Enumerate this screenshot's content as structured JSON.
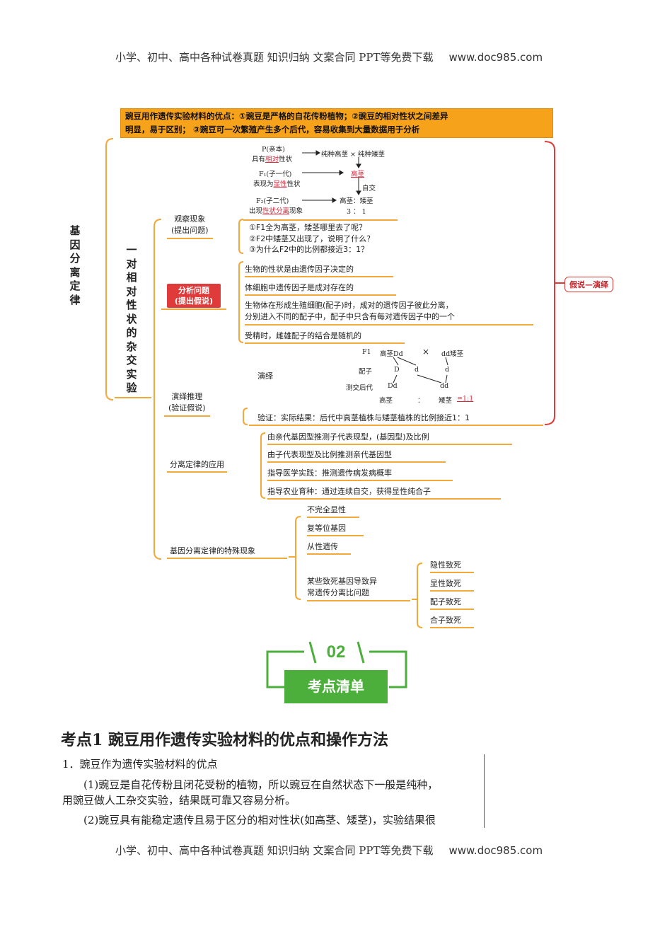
{
  "header": {
    "text": "小学、初中、高中各种试卷真题 知识归纳 文案合同 PPT等免费下载",
    "url": "www.doc985.com"
  },
  "footer": {
    "text": "小学、初中、高中各种试卷真题 知识归纳 文案合同 PPT等免费下载",
    "url": "www.doc985.com"
  },
  "banner": {
    "line1": "豌豆用作遗传实验材料的优点：①豌豆是严格的自花传粉植物；②豌豆的相对性状之间差异",
    "line2": "明显，易于区别；  ③豌豆可一次繁殖产生多个后代，容易收集到大量数据用于分析"
  },
  "mindmap": {
    "root": "基因分离定律",
    "branch": "一对相对性状的杂交实验",
    "tag": "假说—演绎",
    "cross_diagram": {
      "p_label1": "P(亲本)",
      "p_label2a": "具有",
      "p_label2b": "相对",
      "p_label2c": "性状",
      "p_cross": "纯种高茎 × 纯种矮茎",
      "f1_label1": "F₁(子一代)",
      "f1_label2a": "表现为",
      "f1_label2b": "显性",
      "f1_label2c": "性状",
      "f1_result": "高茎",
      "selfing": "自交",
      "f2_label1": "F₂(子二代)",
      "f2_label2a": "出现",
      "f2_label2b": "性状分离",
      "f2_label2c": "现象",
      "f2_result": "高茎：矮茎",
      "f2_ratio": "3 ： 1"
    },
    "observe": {
      "label1": "观察现象",
      "label2": "(提出问题)",
      "q1": "①F1全为高茎，矮茎哪里去了呢？",
      "q2": "②F2中矮茎又出现了，说明了什么？",
      "q3": "③为什么F2中的比例都接近3：1？"
    },
    "analyze": {
      "label1": "分析问题",
      "label2": "(提出假说)",
      "h1": "生物的性状是由遗传因子决定的",
      "h2": "体细胞中遗传因子是成对存在的",
      "h3a": "生物体在形成生殖细胞(配子)时，成对的遗传因子彼此分离，",
      "h3b": "分别进入不同的配子中，配子中只含有每对遗传因子中的一个",
      "h4": "受精时，雌雄配子的结合是随机的"
    },
    "deduce": {
      "label1": "演绎推理",
      "label2": "(验证假说)",
      "sub": "演绎",
      "f1": "F1",
      "f1_left": "高茎Dd",
      "cross": "×",
      "f1_right": "dd矮茎",
      "gamete": "配子",
      "g1": "D",
      "g2": "d",
      "g3": "d",
      "testcross": "测交后代",
      "t1": "Dd",
      "t2": "dd",
      "r1": "高茎",
      "r_colon": "：",
      "r2": "矮茎",
      "r_ratio": "=1:1",
      "verify": "验证：实际结果：后代中高茎植株与矮茎植株的比例接近1：1"
    },
    "apply": {
      "label": "分离定律的应用",
      "a1": "由亲代基因型推测子代表现型，(基因型)及比例",
      "a2": "由子代表现型及比例推测亲代基因型",
      "a3": "指导医学实践：推测遗传病发病概率",
      "a4": "指导农业育种：通过连续自交，获得显性纯合子"
    },
    "special": {
      "label": "基因分离定律的特殊现象",
      "s1": "不完全显性",
      "s2": "复等位基因",
      "s3": "从性遗传",
      "s4a": "某些致死基因导致异",
      "s4b": "常遗传分离比问题",
      "d1": "隐性致死",
      "d2": "显性致死",
      "d3": "配子致死",
      "d4": "合子致死"
    }
  },
  "section_badge": {
    "number": "02",
    "title": "考点清单"
  },
  "section": {
    "heading": "考点1  豌豆用作遗传实验材料的优点和操作方法",
    "sub1": "1．豌豆作为遗传实验材料的优点",
    "p1a": "(1)豌豆是自花传粉且闭花受粉的植物，所以豌豆在自然状态下一般是纯种，",
    "p1b": "用豌豆做人工杂交实验，结果既可靠又容易分析。",
    "p2": "(2)豌豆具有能稳定遗传且易于区分的相对性状(如高茎、矮茎)，实验结果很"
  },
  "colors": {
    "orange": "#f7a21b",
    "line": "#f3a93a",
    "red": "#e03b3b",
    "green": "#4caf3c"
  }
}
